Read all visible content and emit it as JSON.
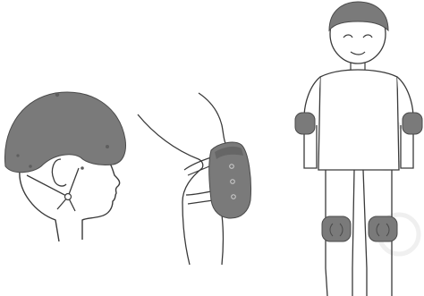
{
  "illustration": {
    "panels": [
      {
        "id": "helmet",
        "depicts": "head-with-helmet-side"
      },
      {
        "id": "knee-pad",
        "depicts": "knee-with-pad-side"
      },
      {
        "id": "figure",
        "depicts": "child-wearing-helmet-elbow-pads-knee-pads"
      }
    ]
  },
  "colors": {
    "line": "#3a3a3a",
    "pad_fill": "#7a7a7a",
    "pad_dark": "#666666",
    "background": "#ffffff",
    "watermark": "#e2e2e2"
  }
}
